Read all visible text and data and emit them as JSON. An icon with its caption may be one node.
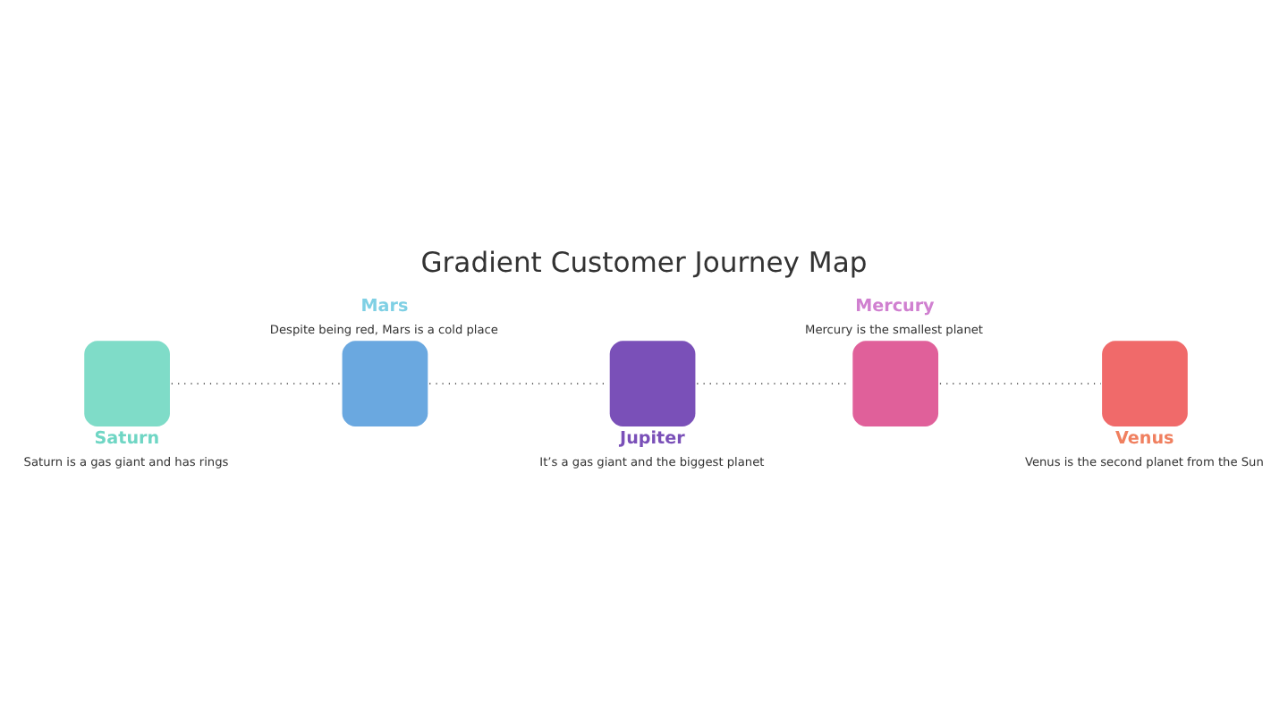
{
  "diagram": {
    "title": "Gradient Customer Journey Map",
    "nodes": [
      {
        "text": [
          "Saturn",
          "Saturn is a gas giant and has rings"
        ]
      },
      {
        "text": [
          "Mars",
          "Despite being red, Mars is a cold place"
        ]
      },
      {
        "text": [
          "Jupiter",
          "It’s a gas giant and the biggest planet"
        ]
      },
      {
        "text": [
          "Mercury",
          "Mercury is the smallest planet"
        ]
      },
      {
        "text": [
          "Venus",
          "Venus is the second planet from the Sun"
        ]
      }
    ],
    "edges": [
      {
        "from": 0,
        "to": 1,
        "arrow": "none",
        "style": "dashed"
      },
      {
        "from": 1,
        "to": 2,
        "arrow": "none",
        "style": "dashed"
      },
      {
        "from": 2,
        "to": 3,
        "arrow": "none",
        "style": "dashed"
      },
      {
        "from": 3,
        "to": 4,
        "arrow": "none",
        "style": "dashed"
      }
    ]
  }
}
